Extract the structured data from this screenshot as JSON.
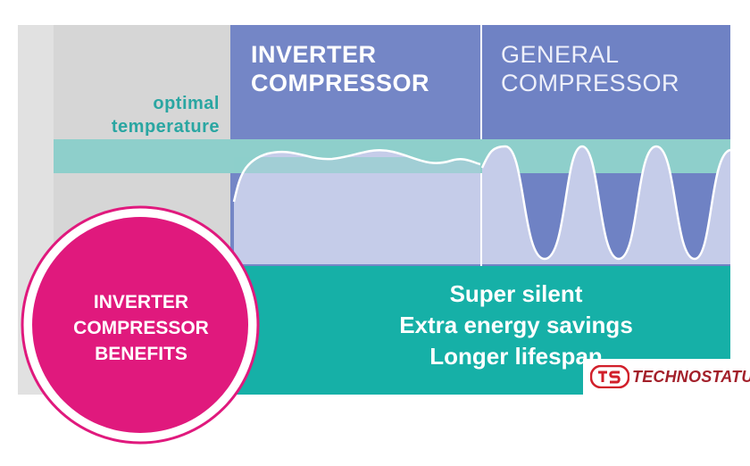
{
  "inverter_header": {
    "line1": "INVERTER",
    "line2": "COMPRESSOR"
  },
  "general_header": {
    "line1": "GENERAL",
    "line2": "COMPRESSOR"
  },
  "optimal_label": {
    "line1": "optimal",
    "line2": "temperature"
  },
  "benefits": {
    "items": [
      "Super silent",
      "Extra energy savings",
      "Longer lifespan"
    ]
  },
  "circle": {
    "line1": "INVERTER",
    "line2": "COMPRESSOR",
    "line3": "BENEFITS"
  },
  "brand": {
    "name": "TECHNOSTATUS"
  },
  "colors": {
    "inverter_panel": "#7486c6",
    "general_panel": "#6f82c4",
    "lower_fill": "#c5cce9",
    "optimal_band": "#8ecfcb",
    "teal": "#16b0a7",
    "magenta": "#e0197d",
    "side_gray": "#d9d9d9",
    "brand_red": "#a3202a"
  },
  "icons": {
    "brand_logo": "technostatus-logo-icon"
  }
}
